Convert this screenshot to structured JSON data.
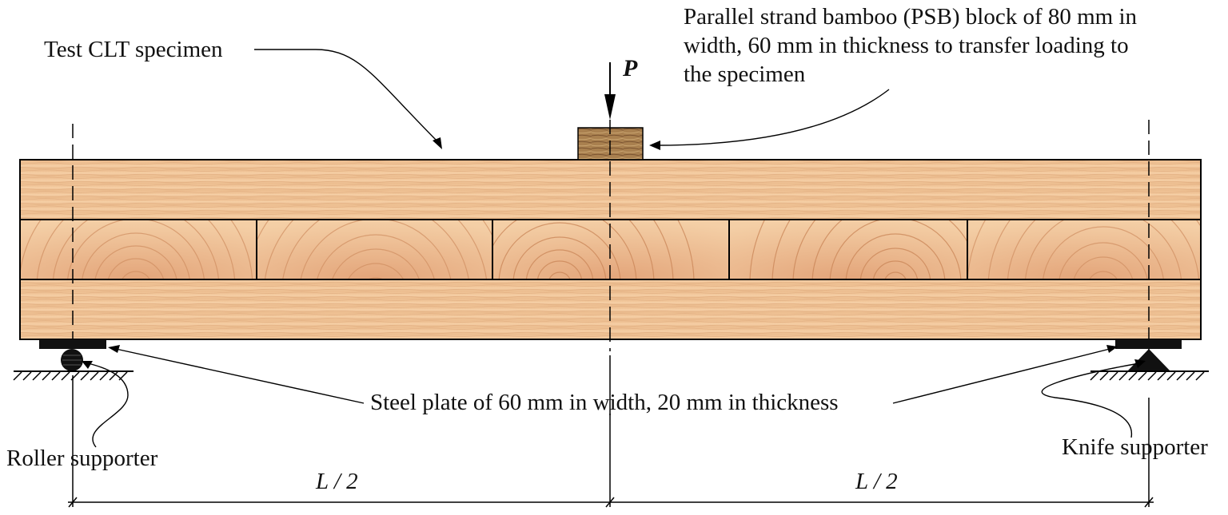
{
  "labels": {
    "test_specimen": "Test CLT specimen",
    "psb_block_line1": "Parallel strand bamboo (PSB) block of 80 mm in",
    "psb_block_line2": "width, 60 mm in thickness to transfer loading to",
    "psb_block_line3": "the specimen",
    "load": "P",
    "steel_plate": "Steel plate of 60 mm in width, 20 mm in thickness",
    "roller": "Roller supporter",
    "knife": "Knife supporter",
    "half_span_left": "L / 2",
    "half_span_right": "L / 2"
  },
  "colors": {
    "wood_light": "#f0c79c",
    "wood_mid": "#e6b284",
    "wood_dark": "#c98a5a",
    "psb_block": "#a77a4c",
    "steel": "#111111",
    "line": "#000000"
  }
}
